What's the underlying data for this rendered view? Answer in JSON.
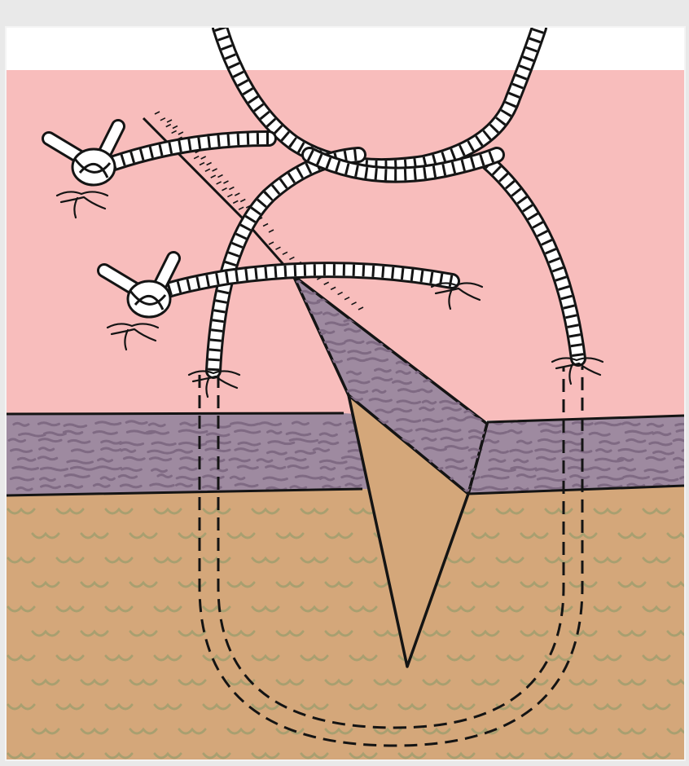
{
  "colors": {
    "frame": "#ececec",
    "frame_inner": "#f7f7f7",
    "epidermis_top_band": "#ffffff",
    "epidermis_surface": "#f8bdbc",
    "dermis": "#9e8aa0",
    "dermis_texture": "#7f6a83",
    "subcutaneous_fat": "#d4a77a",
    "fat_texture": "#a89f70",
    "outline": "#141414",
    "suture": "#ffffff"
  },
  "figure": {
    "layers": [
      "epidermis-surface",
      "dermis",
      "subcutaneous-fat"
    ],
    "suture_type": "vertical-mattress-suture",
    "knots": 2,
    "wound": "v-shaped-incision"
  }
}
